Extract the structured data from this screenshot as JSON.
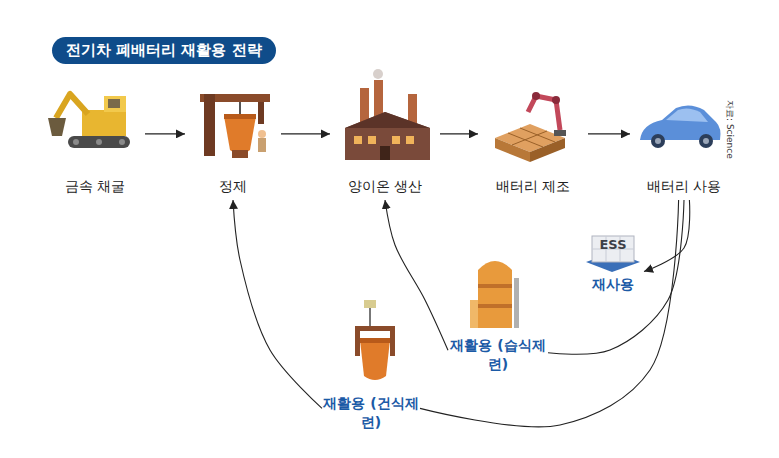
{
  "diagram": {
    "title": "전기차 폐배터리 재활용 전략",
    "nodes": [
      {
        "text": [
          "금속 채굴"
        ]
      },
      {
        "text": [
          "정제"
        ]
      },
      {
        "text": [
          "양이온 생산"
        ]
      },
      {
        "text": [
          "배터리 제조"
        ]
      },
      {
        "text": [
          "배터리 사용"
        ]
      },
      {
        "text": [
          "ESS",
          "재사용"
        ]
      },
      {
        "text": [
          "재활용 (습식제련)"
        ]
      },
      {
        "text": [
          "재활용 (건식제련)"
        ]
      }
    ],
    "edges": [
      {
        "from": 0,
        "to": 1,
        "arrow": "to"
      },
      {
        "from": 1,
        "to": 2,
        "arrow": "to"
      },
      {
        "from": 2,
        "to": 3,
        "arrow": "to"
      },
      {
        "from": 3,
        "to": 4,
        "arrow": "to"
      },
      {
        "from": 4,
        "to": 5,
        "arrow": "to"
      },
      {
        "from": 4,
        "to": 6,
        "arrow": "none"
      },
      {
        "from": 6,
        "to": 2,
        "arrow": "to"
      },
      {
        "from": 4,
        "to": 7,
        "arrow": "none"
      },
      {
        "from": 7,
        "to": 1,
        "arrow": "to"
      }
    ],
    "labels": [
      "자료: Science"
    ]
  }
}
